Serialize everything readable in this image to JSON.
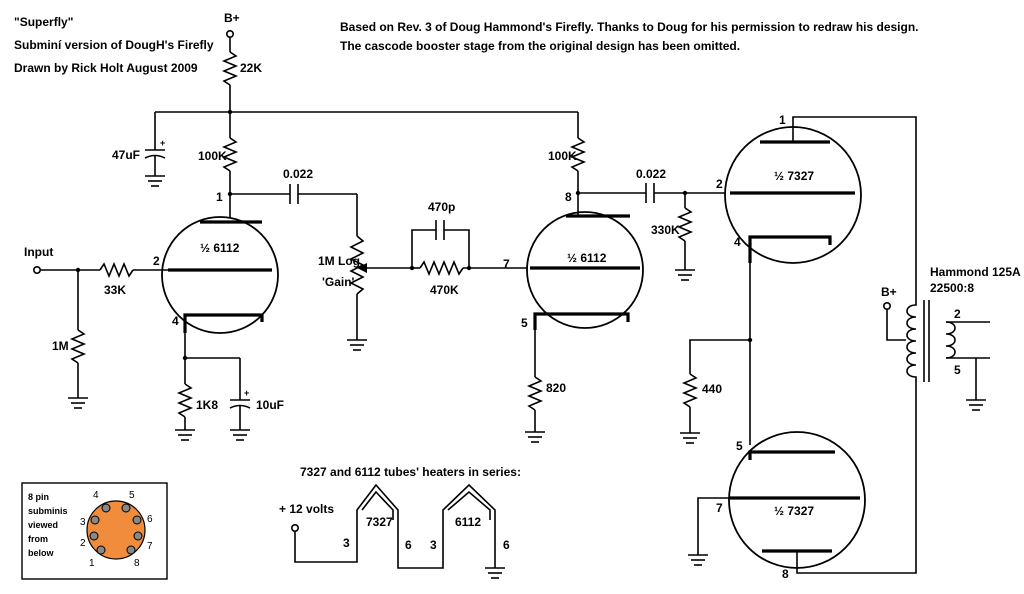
{
  "header": {
    "left_lines": [
      "\"Superfly\"",
      "Subminí version of DougH's Firefly",
      "Drawn by Rick Holt August 2009"
    ],
    "right_lines": [
      "Based on Rev. 3 of Doug Hammond's Firefly. Thanks to Doug for his permission to redraw his design.",
      "The cascode booster stage from the original design has been omitted."
    ]
  },
  "supply": {
    "bplus": "B+",
    "dropping_resistor": "22K",
    "filter_cap": "47uF"
  },
  "stage1": {
    "tube": "½ 6112",
    "plate_resistor": "100K",
    "coupling_cap": "0.022",
    "input_label": "Input",
    "grid_resistor": "33K",
    "input_resistor": "1M",
    "cathode_resistor": "1K8",
    "cathode_cap": "10uF",
    "pins": {
      "plate": "1",
      "grid": "2",
      "cathode": "4"
    }
  },
  "gain_pot": {
    "line1": "1M Log",
    "line2": "'Gain'"
  },
  "stage2": {
    "tube": "½ 6112",
    "plate_resistor": "100K",
    "coupling_cap": "0.022",
    "feedback_cap": "470p",
    "series_resistor": "470K",
    "grid_leak": "330K",
    "cathode_resistor": "820",
    "pins": {
      "plate": "8",
      "grid": "7",
      "cathode": "5"
    }
  },
  "output_upper": {
    "tube": "½ 7327",
    "pins": {
      "plate": "1",
      "grid": "2",
      "cathode": "4"
    }
  },
  "output_lower": {
    "tube": "½ 7327",
    "pins": {
      "plate": "8",
      "grid": "7",
      "cathode": "5"
    }
  },
  "cathode_resistor_out": "440",
  "transformer": {
    "name": "Hammond 125A",
    "ratio": "22500:8",
    "bplus": "B+",
    "sec_pin_top": "2",
    "sec_pin_bottom": "5"
  },
  "pinout": {
    "line1": "8 pin",
    "line2": "subminis",
    "line3": "viewed",
    "line4": "from",
    "line5": "below",
    "color": "#f08c3c",
    "numbers": [
      "1",
      "2",
      "3",
      "4",
      "5",
      "6",
      "7",
      "8"
    ]
  },
  "heaters": {
    "title": "7327 and 6112 tubes' heaters in series:",
    "supply": "+ 12 volts",
    "tube1": "7327",
    "tube2": "6112",
    "pins": [
      "3",
      "6",
      "3",
      "6"
    ]
  }
}
